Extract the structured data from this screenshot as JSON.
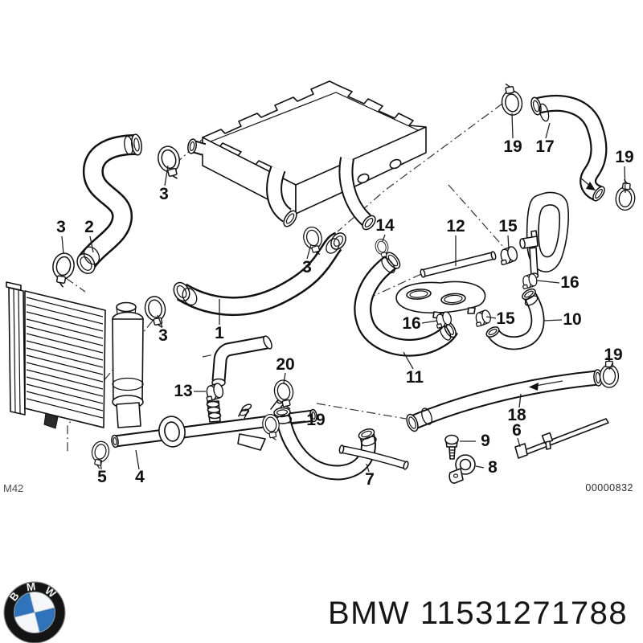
{
  "diagram": {
    "corner_code_left": "M42",
    "corner_code_right": "00000832",
    "part_labels": [
      {
        "text": "3"
      },
      {
        "text": "2"
      },
      {
        "text": "3"
      },
      {
        "text": "3"
      },
      {
        "text": "3"
      },
      {
        "text": "1"
      },
      {
        "text": "14"
      },
      {
        "text": "12"
      },
      {
        "text": "15"
      },
      {
        "text": "19"
      },
      {
        "text": "17"
      },
      {
        "text": "19"
      },
      {
        "text": "16"
      },
      {
        "text": "15"
      },
      {
        "text": "10"
      },
      {
        "text": "16"
      },
      {
        "text": "11"
      },
      {
        "text": "19"
      },
      {
        "text": "18"
      },
      {
        "text": "6"
      },
      {
        "text": "9"
      },
      {
        "text": "8"
      },
      {
        "text": "7"
      },
      {
        "text": "20"
      },
      {
        "text": "13"
      },
      {
        "text": "19"
      },
      {
        "text": "5"
      },
      {
        "text": "4"
      }
    ]
  },
  "footer": {
    "title": "BMW 11531271788",
    "logo": {
      "b": "B",
      "m": "M",
      "w": "W",
      "blue": "#2f74ba"
    }
  }
}
